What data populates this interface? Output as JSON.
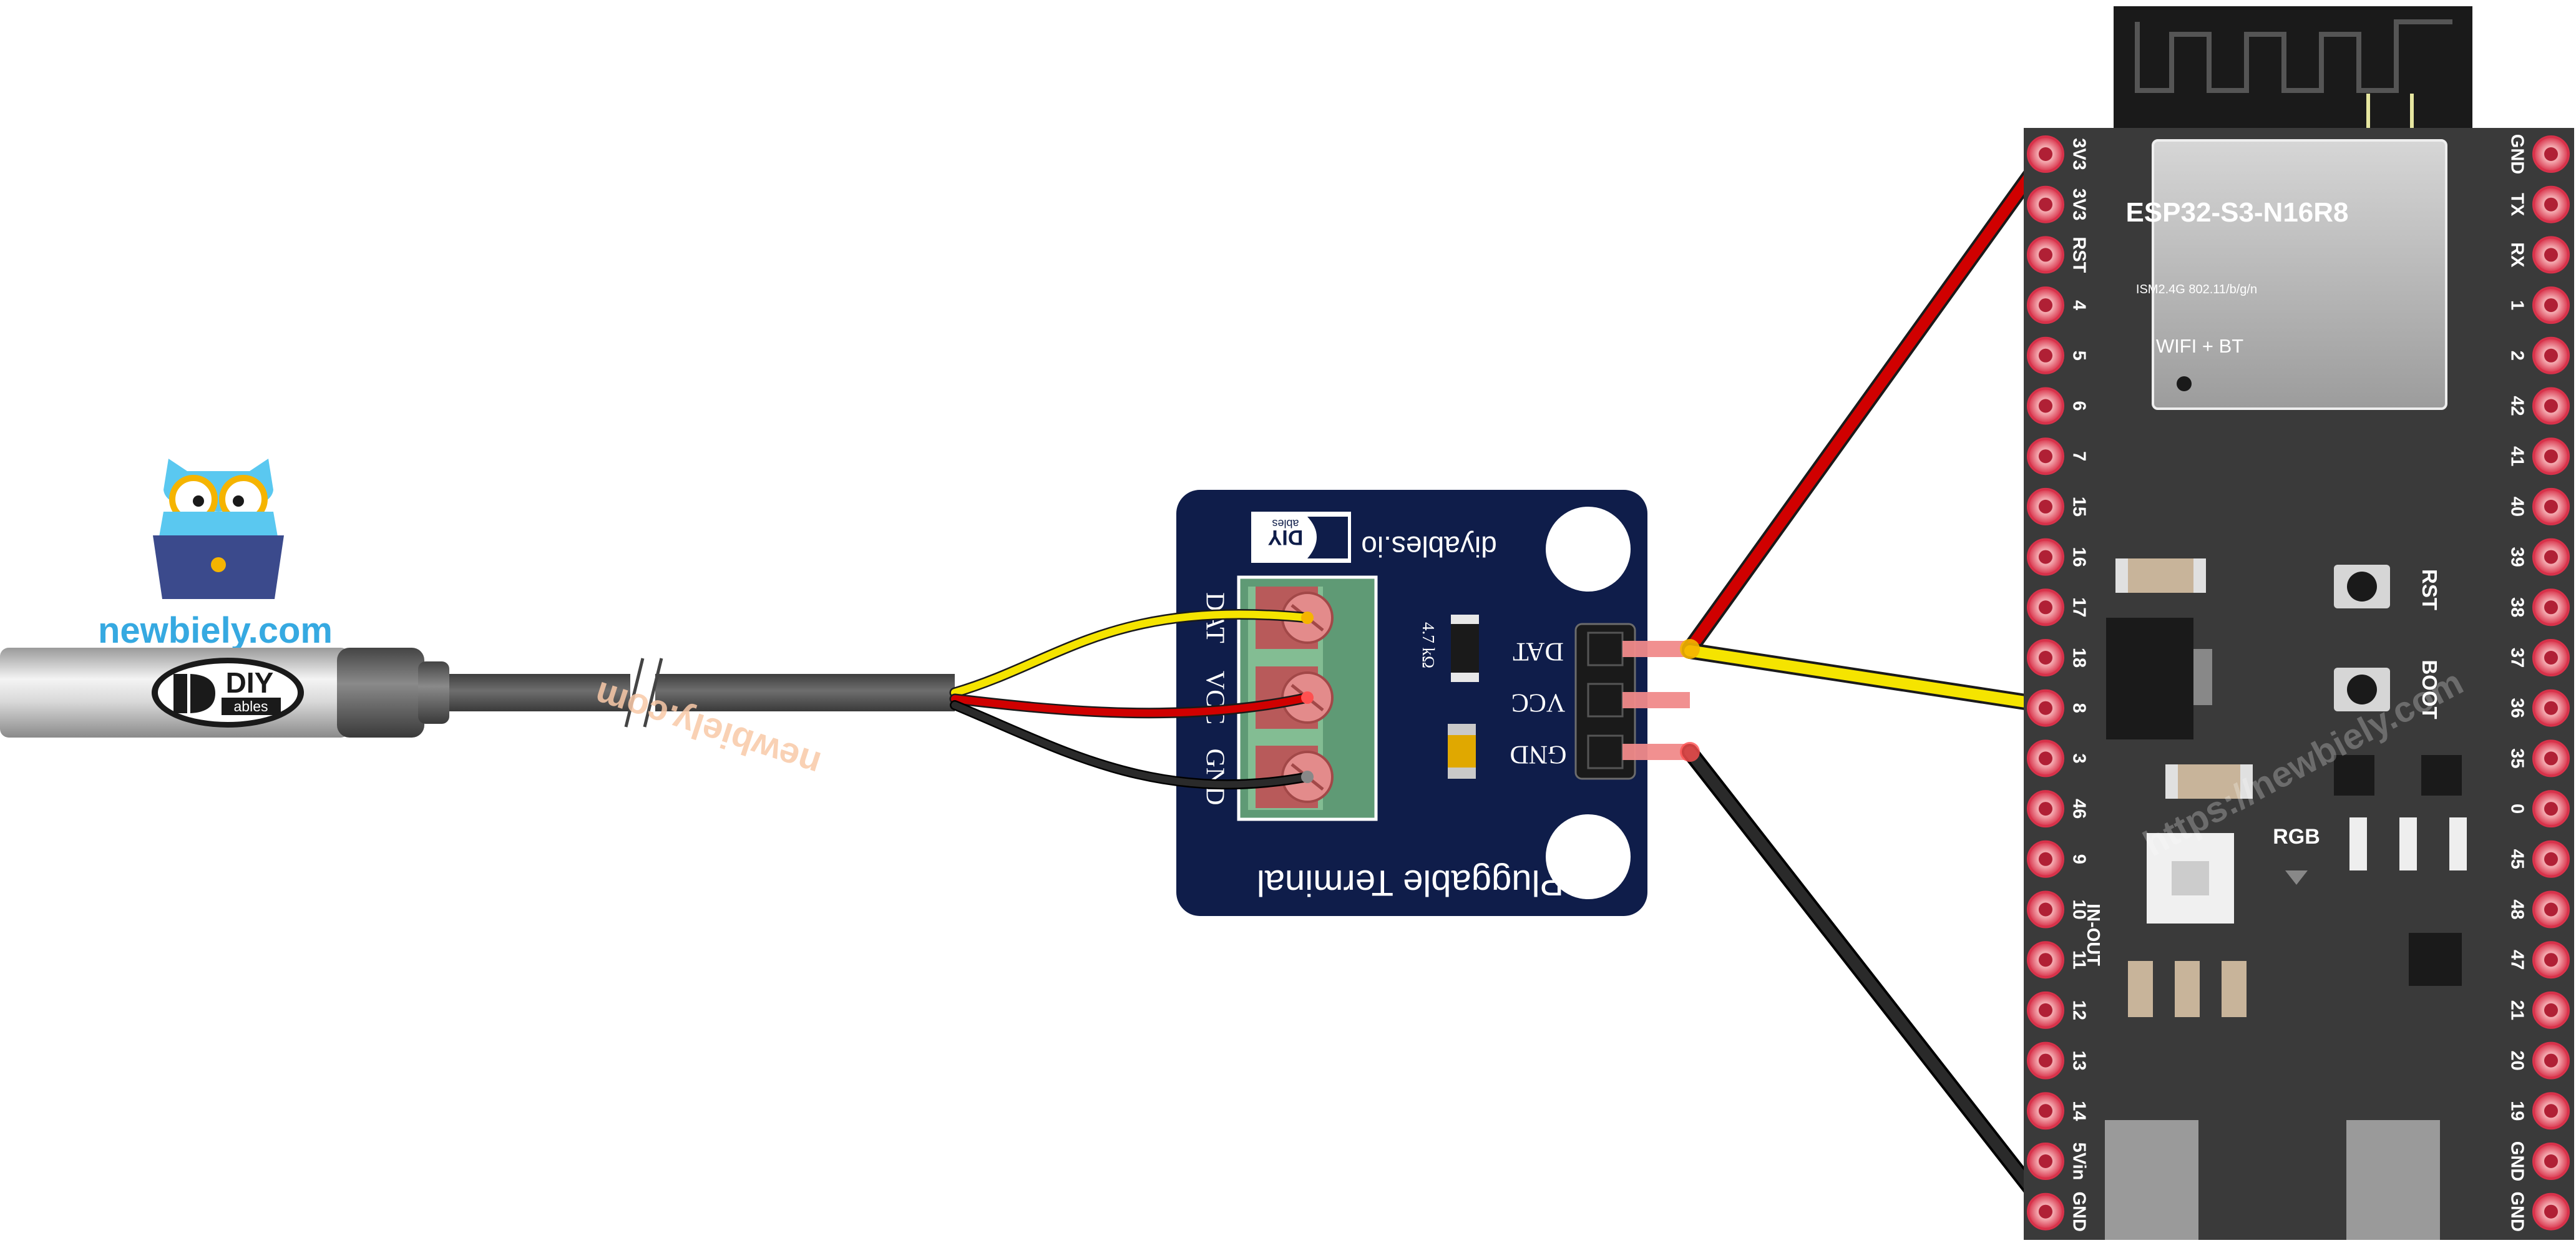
{
  "branding": {
    "site_name": "newbiely.com",
    "watermark_site": "newbiely.com",
    "url_watermark": "https://newbiely.com"
  },
  "sensor": {
    "logo_top": "DIY",
    "logo_bottom": "ables"
  },
  "terminal_board": {
    "brand": "diyables.io",
    "logo_top": "DIY",
    "logo_bottom": "ables",
    "title": "Pluggable Terminal",
    "resistor_label": "4.7 kΩ",
    "screw_labels": [
      "DAT",
      "VCC",
      "GND"
    ],
    "header_labels": [
      "DAT",
      "VCC",
      "GND"
    ]
  },
  "esp32": {
    "module_name": "ESP32-S3-N16R8",
    "module_spec": "ISM2.4G 802.11/b/g/n",
    "module_feature": "WIFI + BT",
    "left_pins": [
      "3V3",
      "3V3",
      "RST",
      "4",
      "5",
      "6",
      "7",
      "15",
      "16",
      "17",
      "18",
      "8",
      "3",
      "46",
      "9",
      "10",
      "11",
      "12",
      "13",
      "14",
      "5Vin",
      "GND"
    ],
    "right_pins": [
      "GND",
      "TX",
      "RX",
      "1",
      "2",
      "42",
      "41",
      "40",
      "39",
      "38",
      "37",
      "36",
      "35",
      "0",
      "45",
      "48",
      "47",
      "21",
      "20",
      "19",
      "GND",
      "GND"
    ],
    "button_labels": [
      "RST",
      "BOOT"
    ],
    "led_label": "RGB",
    "side_label": "IN-OUT"
  },
  "colors": {
    "board_navy": "#0f1d4a",
    "esp_board": "#3a3a3a",
    "wire_red": "#d00000",
    "wire_yellow": "#f5e400",
    "wire_black": "#1a1a1a",
    "pin_red": "#d8324a",
    "owl_blue": "#5ac8f0",
    "brand_blue": "#36a9e1"
  }
}
